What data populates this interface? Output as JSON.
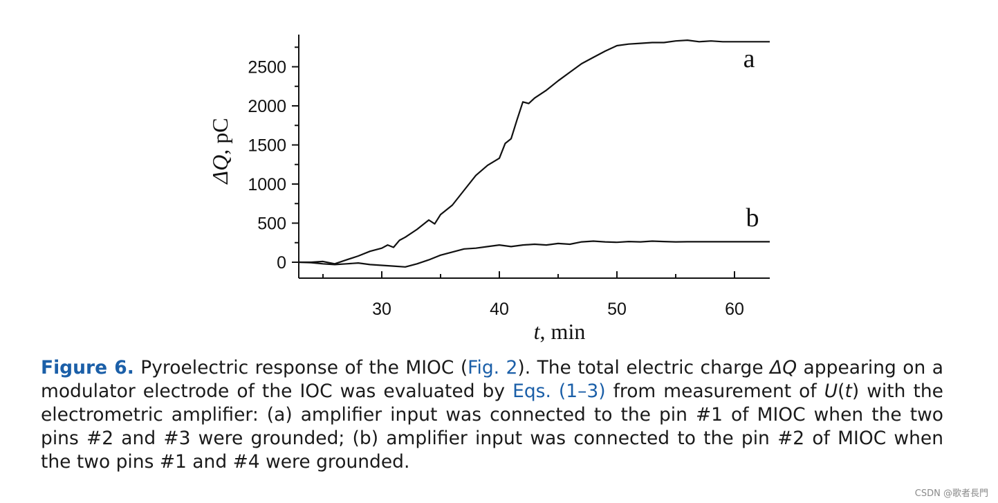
{
  "chart_data": {
    "type": "line",
    "xlabel_var": "t",
    "xlabel_unit": ", min",
    "ylabel_var": "ΔQ",
    "ylabel_unit": ", pC",
    "xlim": [
      23,
      63
    ],
    "ylim": [
      -200,
      2900
    ],
    "x_ticks": [
      30,
      40,
      50,
      60
    ],
    "x_minor_ticks": [
      25,
      35,
      45,
      55
    ],
    "y_ticks": [
      0,
      500,
      1000,
      1500,
      2000,
      2500
    ],
    "y_minor_ticks": [
      250,
      750,
      1250,
      1750,
      2250,
      2750
    ],
    "grid": false,
    "series": [
      {
        "name": "a",
        "x": [
          23,
          24,
          25,
          26,
          27,
          28,
          29,
          30,
          30.5,
          31,
          31.5,
          32,
          33,
          34,
          34.5,
          35,
          36,
          37,
          38,
          39,
          40,
          40.5,
          41,
          41.5,
          42,
          42.5,
          43,
          44,
          45,
          46,
          47,
          48,
          49,
          50,
          51,
          52,
          53,
          54,
          55,
          56,
          57,
          58,
          59,
          60,
          61,
          62,
          63
        ],
        "y": [
          0,
          0,
          10,
          -20,
          30,
          80,
          140,
          180,
          220,
          190,
          280,
          320,
          420,
          540,
          490,
          610,
          730,
          920,
          1110,
          1240,
          1330,
          1520,
          1580,
          1820,
          2050,
          2030,
          2100,
          2200,
          2320,
          2430,
          2540,
          2620,
          2700,
          2770,
          2790,
          2800,
          2810,
          2810,
          2830,
          2840,
          2820,
          2830,
          2820,
          2820,
          2820,
          2820,
          2820
        ]
      },
      {
        "name": "b",
        "x": [
          23,
          24,
          25,
          26,
          27,
          28,
          29,
          30,
          31,
          32,
          33,
          34,
          35,
          36,
          37,
          38,
          39,
          40,
          41,
          42,
          43,
          44,
          45,
          46,
          47,
          48,
          49,
          50,
          51,
          52,
          53,
          54,
          55,
          56,
          57,
          58,
          59,
          60,
          61,
          62,
          63
        ],
        "y": [
          0,
          -5,
          -20,
          -30,
          -20,
          -10,
          -30,
          -40,
          -50,
          -60,
          -20,
          30,
          90,
          130,
          170,
          180,
          200,
          220,
          200,
          220,
          230,
          220,
          240,
          230,
          260,
          270,
          260,
          255,
          265,
          260,
          270,
          265,
          260,
          262,
          262,
          262,
          262,
          262,
          262,
          262,
          262
        ]
      }
    ]
  },
  "caption": {
    "figure_label": "Figure 6.",
    "t1": " Pyroelectric response of the MIOC (",
    "ref_fig": "Fig. 2",
    "t2": "). The total electric charge ",
    "deltaQ": "ΔQ",
    "t3": " appearing on a modulator electrode of the IOC was evaluated by ",
    "ref_eqs": "Eqs. (1–3)",
    "t4": " from measurement of ",
    "U": "U",
    "t5": "(",
    "tvar": "t",
    "t6": ") with the electrometric amplifier: (a) amplifier input was connected to the pin #1 of MIOC when the two pins #2 and #3 were grounded; (b) amplifier input was connected to the pin #2 of MIOC when the two pins #1 and #4 were grounded."
  },
  "watermark": "CSDN @歌者長門"
}
